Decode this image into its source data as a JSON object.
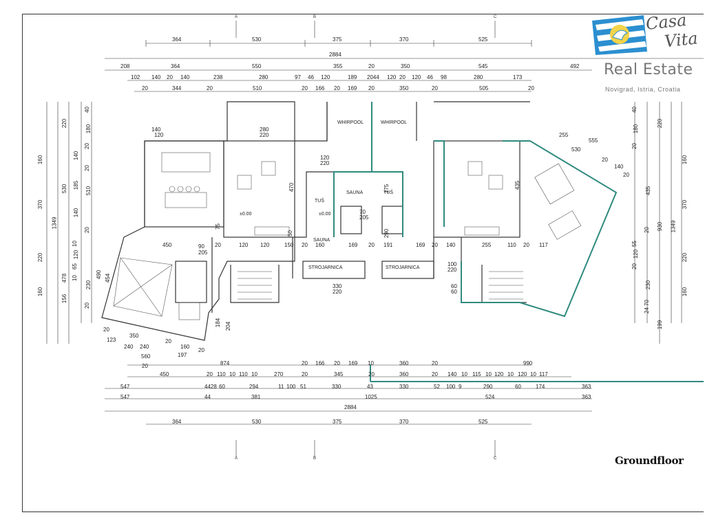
{
  "brand": {
    "name_line1": "Casa",
    "name_line2": "Vita",
    "subtitle": "Real Estate",
    "location": "Novigrad, Istria, Croatia"
  },
  "floor_title": "Groundfloor",
  "colors": {
    "accent_wall": "#2f8a7e",
    "logo_blue": "#2c8fd0",
    "logo_yellow": "#f3d34a",
    "line": "#333333"
  },
  "axes": {
    "top": [
      "A",
      "B",
      "C"
    ],
    "bottom": [
      "A",
      "B",
      "C"
    ]
  },
  "rooms": {
    "whirpool_left": "WHIRPOOL",
    "whirpool_right": "WHIRPOOL",
    "sauna_left": "SAUNA",
    "sauna_right": "SAUNA",
    "tus_left": "TUŠ",
    "tus_right": "TUŠ",
    "strojarnica_left": "STROJARNICA",
    "strojarnica_right": "STROJARNICA",
    "level_left": "±0.00",
    "level_right": "±0.00"
  },
  "dims": {
    "top_row1": [
      "364",
      "530",
      "375",
      "370",
      "525"
    ],
    "top_total": "2884",
    "top_row3": [
      "208",
      "364",
      "550",
      "355",
      "20",
      "350",
      "545",
      "492"
    ],
    "top_row4": [
      "102",
      "140",
      "20",
      "140",
      "238",
      "280",
      "97",
      "46",
      "120",
      "189",
      "2044",
      "120",
      "20",
      "120",
      "46",
      "98",
      "280",
      "173"
    ],
    "top_row5": [
      "20",
      "344",
      "20",
      "510",
      "20",
      "166",
      "20",
      "169",
      "20",
      "350",
      "20",
      "505",
      "20"
    ],
    "bot_row1": [
      "874",
      "20",
      "166",
      "20",
      "169",
      "10",
      "360",
      "20",
      "990"
    ],
    "bot_row2": [
      "450",
      "20",
      "110",
      "10",
      "110",
      "10",
      "270",
      "20",
      "345",
      "20",
      "360",
      "20",
      "140",
      "10",
      "115",
      "10",
      "120",
      "10",
      "120",
      "10",
      "117"
    ],
    "bot_row3": [
      "547",
      "4428",
      "60",
      "294",
      "11",
      "100",
      "51",
      "330",
      "43",
      "330",
      "52",
      "100",
      "9",
      "290",
      "60",
      "174",
      "363"
    ],
    "bot_row4": [
      "547",
      "44",
      "381",
      "1025",
      "524",
      "363"
    ],
    "bot_total": "2884",
    "bot_row6": [
      "364",
      "530",
      "375",
      "370",
      "525"
    ],
    "left_a": [
      "160",
      "370",
      "220",
      "160"
    ],
    "left_b": [
      "220",
      "530",
      "1349",
      "478"
    ],
    "left_c": [
      "40",
      "180",
      "20",
      "140",
      "185",
      "20",
      "510",
      "20",
      "140",
      "10",
      "120",
      "65",
      "156",
      "10",
      "230",
      "20"
    ],
    "right_a": [
      "220",
      "930",
      "199"
    ],
    "right_b": [
      "160",
      "370",
      "1349",
      "220",
      "160"
    ],
    "right_c": [
      "40",
      "180",
      "20",
      "435",
      "20",
      "55",
      "20",
      "120",
      "230",
      "70",
      "24"
    ],
    "slant_left": [
      "20",
      "350",
      "240",
      "20",
      "160",
      "20",
      "123",
      "240",
      "197",
      "560",
      "20"
    ],
    "slant_right": [
      "255",
      "555",
      "530",
      "20",
      "140",
      "20"
    ],
    "interior": [
      "450",
      "90",
      "205",
      "20",
      "120",
      "120",
      "150",
      "20",
      "160",
      "169",
      "20",
      "191",
      "169",
      "20",
      "140",
      "255",
      "110",
      "20",
      "117",
      "140",
      "120",
      "280",
      "220",
      "120",
      "220",
      "100",
      "220",
      "60",
      "60",
      "330",
      "220",
      "70",
      "205",
      "290",
      "435",
      "470",
      "175",
      "184",
      "204",
      "454",
      "490",
      "75",
      "50"
    ]
  }
}
